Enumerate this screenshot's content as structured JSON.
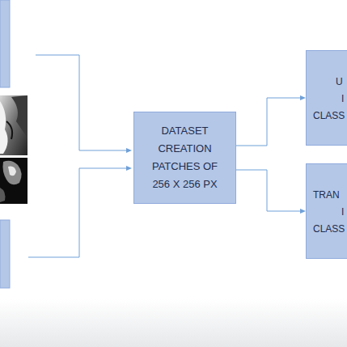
{
  "diagram": {
    "nodes": [
      {
        "text": [
          "DATASET CREATION PATCHES OF 256 X 256 PX"
        ]
      },
      {
        "text": [
          "U",
          "I",
          "CLASS"
        ]
      },
      {
        "text": [
          "TRAN",
          "I",
          "CLASS"
        ]
      }
    ],
    "edges": [
      {
        "from": 0,
        "to": 1,
        "arrow": "to"
      },
      {
        "from": 0,
        "to": 2,
        "arrow": "to"
      }
    ]
  }
}
